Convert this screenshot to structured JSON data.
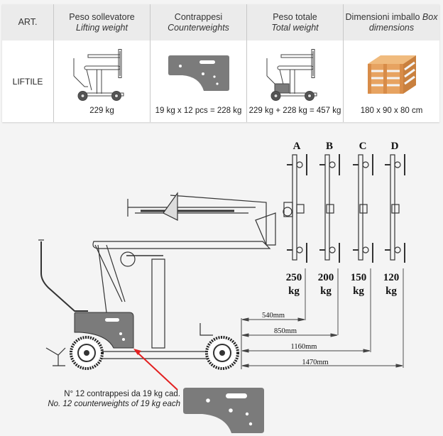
{
  "table": {
    "headers": [
      {
        "it": "ART.",
        "en": ""
      },
      {
        "it": "Peso sollevatore",
        "en": "Lifting weight"
      },
      {
        "it": "Contrappesi",
        "en": "Counterweights"
      },
      {
        "it": "Peso totale",
        "en": "Total weight"
      },
      {
        "it": "Dimensioni imballo",
        "en": "Box dimensions"
      }
    ],
    "row": {
      "art": "LIFTILE",
      "lifting_weight": "229 kg",
      "counterweights": "19 kg x 12 pcs = 228 kg",
      "total_weight": "229 kg + 228 kg = 457 kg",
      "box_dimensions": "180 x 90 x 80 cm"
    },
    "images": [
      "lifter-drawing",
      "counterweight-plate",
      "lifter-with-counterweights-drawing",
      "wooden-crate"
    ]
  },
  "diagram": {
    "configs": [
      {
        "letter": "A",
        "capacity": "250",
        "unit": "kg",
        "distance": "540mm"
      },
      {
        "letter": "B",
        "capacity": "200",
        "unit": "kg",
        "distance": "850mm"
      },
      {
        "letter": "C",
        "capacity": "150",
        "unit": "kg",
        "distance": "1160mm"
      },
      {
        "letter": "D",
        "capacity": "120",
        "unit": "kg",
        "distance": "1470mm"
      }
    ],
    "note_it": "N° 12 contrappesi da 19 kg cad.",
    "note_en": "No. 12 counterweights of 19 kg each",
    "colors": {
      "arrow": "#e32020",
      "counterweight": "#7b7b7b",
      "crate": "#d9904a"
    }
  }
}
